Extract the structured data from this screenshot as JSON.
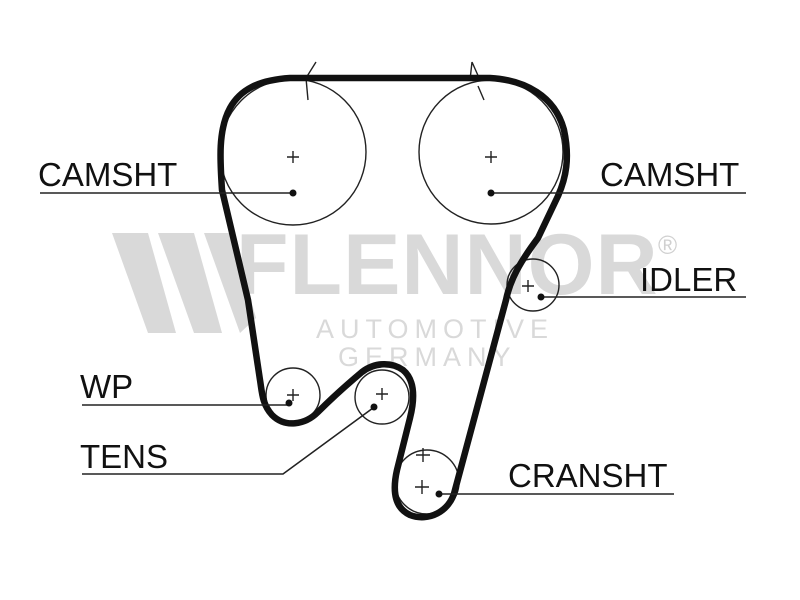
{
  "watermark": {
    "brand": "FLENNOR",
    "registered": "®",
    "line1": "AUTOMOTIVE",
    "line2": "GERMANY"
  },
  "labels": {
    "camshaft_left": "CAMSHT",
    "camshaft_right": "CAMSHT",
    "idler": "IDLER",
    "water_pump": "WP",
    "tensioner": "TENS",
    "crankshaft": "CRANSHT"
  },
  "colors": {
    "belt": "#111111",
    "watermark": "#d9d9d9"
  }
}
